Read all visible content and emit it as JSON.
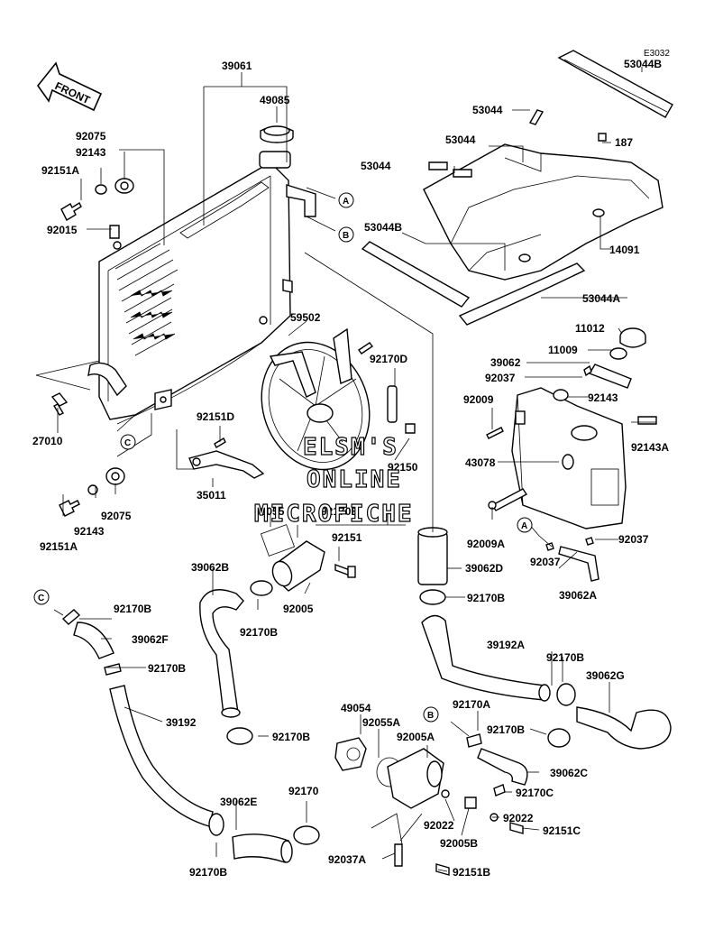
{
  "diagram_code": "E3032",
  "front_label": "FRONT",
  "watermark": [
    "ELSM'S",
    "ONLINE",
    "MICROFICHE"
  ],
  "callouts": [
    {
      "text": "39061"
    },
    {
      "text": "49085"
    },
    {
      "text": "92075"
    },
    {
      "text": "92143"
    },
    {
      "text": "92151A"
    },
    {
      "text": "92015"
    },
    {
      "text": "A"
    },
    {
      "text": "B"
    },
    {
      "text": "C"
    },
    {
      "text": "27010"
    },
    {
      "text": "59502"
    },
    {
      "text": "92170D"
    },
    {
      "text": "92151D"
    },
    {
      "text": "92150"
    },
    {
      "text": "35011"
    },
    {
      "text": "92075"
    },
    {
      "text": "92143"
    },
    {
      "text": "92151A"
    },
    {
      "text": "92055"
    },
    {
      "text": "92170B"
    },
    {
      "text": "92151"
    },
    {
      "text": "92005"
    },
    {
      "text": "39062B"
    },
    {
      "text": "92170B"
    },
    {
      "text": "C"
    },
    {
      "text": "92170B"
    },
    {
      "text": "39062F"
    },
    {
      "text": "92170B"
    },
    {
      "text": "39192"
    },
    {
      "text": "92170B"
    },
    {
      "text": "39062E"
    },
    {
      "text": "92170"
    },
    {
      "text": "92170B"
    },
    {
      "text": "53044B"
    },
    {
      "text": "53044"
    },
    {
      "text": "187"
    },
    {
      "text": "53044"
    },
    {
      "text": "53044"
    },
    {
      "text": "53044B"
    },
    {
      "text": "14091"
    },
    {
      "text": "53044A"
    },
    {
      "text": "11012"
    },
    {
      "text": "11009"
    },
    {
      "text": "39062"
    },
    {
      "text": "92037"
    },
    {
      "text": "92143"
    },
    {
      "text": "92009"
    },
    {
      "text": "92143A"
    },
    {
      "text": "43078"
    },
    {
      "text": "92009A"
    },
    {
      "text": "A"
    },
    {
      "text": "92037"
    },
    {
      "text": "92037"
    },
    {
      "text": "39062A"
    },
    {
      "text": "39062D"
    },
    {
      "text": "92170B"
    },
    {
      "text": "39192A"
    },
    {
      "text": "92170B"
    },
    {
      "text": "39062G"
    },
    {
      "text": "49054"
    },
    {
      "text": "92055A"
    },
    {
      "text": "B"
    },
    {
      "text": "92170A"
    },
    {
      "text": "92005A"
    },
    {
      "text": "92170B"
    },
    {
      "text": "39062C"
    },
    {
      "text": "92170C"
    },
    {
      "text": "92022"
    },
    {
      "text": "92022"
    },
    {
      "text": "92005B"
    },
    {
      "text": "92151C"
    },
    {
      "text": "92037A"
    },
    {
      "text": "92151B"
    }
  ]
}
